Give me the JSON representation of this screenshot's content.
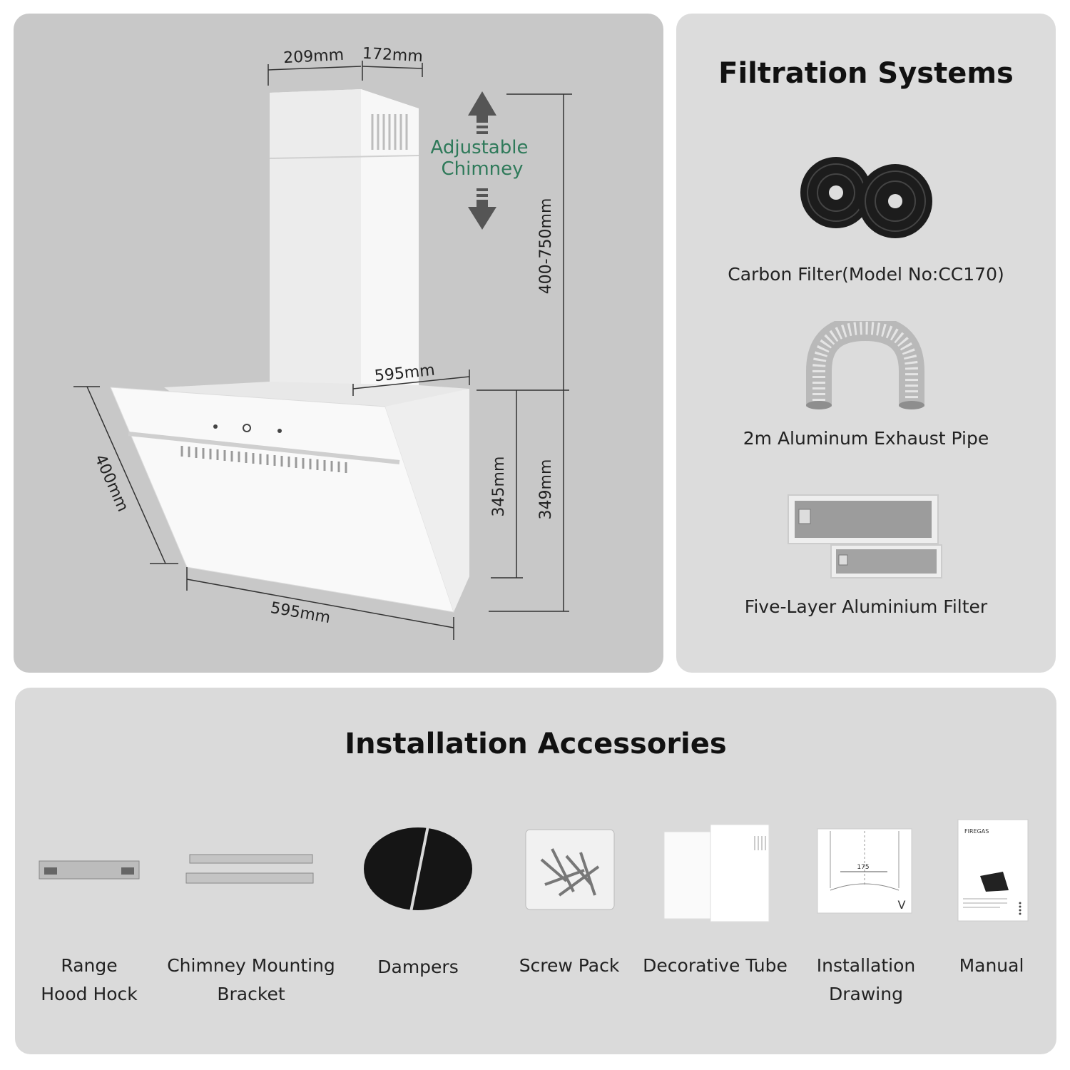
{
  "dimensions": {
    "chimney_width": "209mm",
    "chimney_depth": "172mm",
    "chimney_height": "400-750mm",
    "adjustable_line1": "Adjustable",
    "adjustable_line2": "Chimney",
    "top_width": "595mm",
    "glass_depth": "400mm",
    "body_height": "345mm",
    "total_body_height": "349mm",
    "bottom_width": "595mm"
  },
  "filtration": {
    "title": "Filtration Systems",
    "items": [
      {
        "label": "Carbon Filter(Model No:CC170)",
        "icon": "carbon-filter-icon"
      },
      {
        "label": "2m Aluminum Exhaust Pipe",
        "icon": "exhaust-pipe-icon"
      },
      {
        "label": "Five-Layer Aluminium Filter",
        "icon": "aluminium-filter-icon"
      }
    ]
  },
  "accessories": {
    "title": "Installation Accessories",
    "items": [
      {
        "line1": "Range",
        "line2": "Hood Hock"
      },
      {
        "line1": "Chimney Mounting",
        "line2": "Bracket"
      },
      {
        "line1": "Dampers",
        "line2": ""
      },
      {
        "line1": "Screw Pack",
        "line2": ""
      },
      {
        "line1": "Decorative Tube",
        "line2": ""
      },
      {
        "line1": "Installation",
        "line2": "Drawing"
      },
      {
        "line1": "Manual",
        "line2": ""
      }
    ],
    "drawing_dimension": "175",
    "drawing_mark": "V",
    "manual_brand": "FIREGAS"
  },
  "colors": {
    "accent_green": "#2f7a5a",
    "panel_gray": "#c8c8c8"
  }
}
